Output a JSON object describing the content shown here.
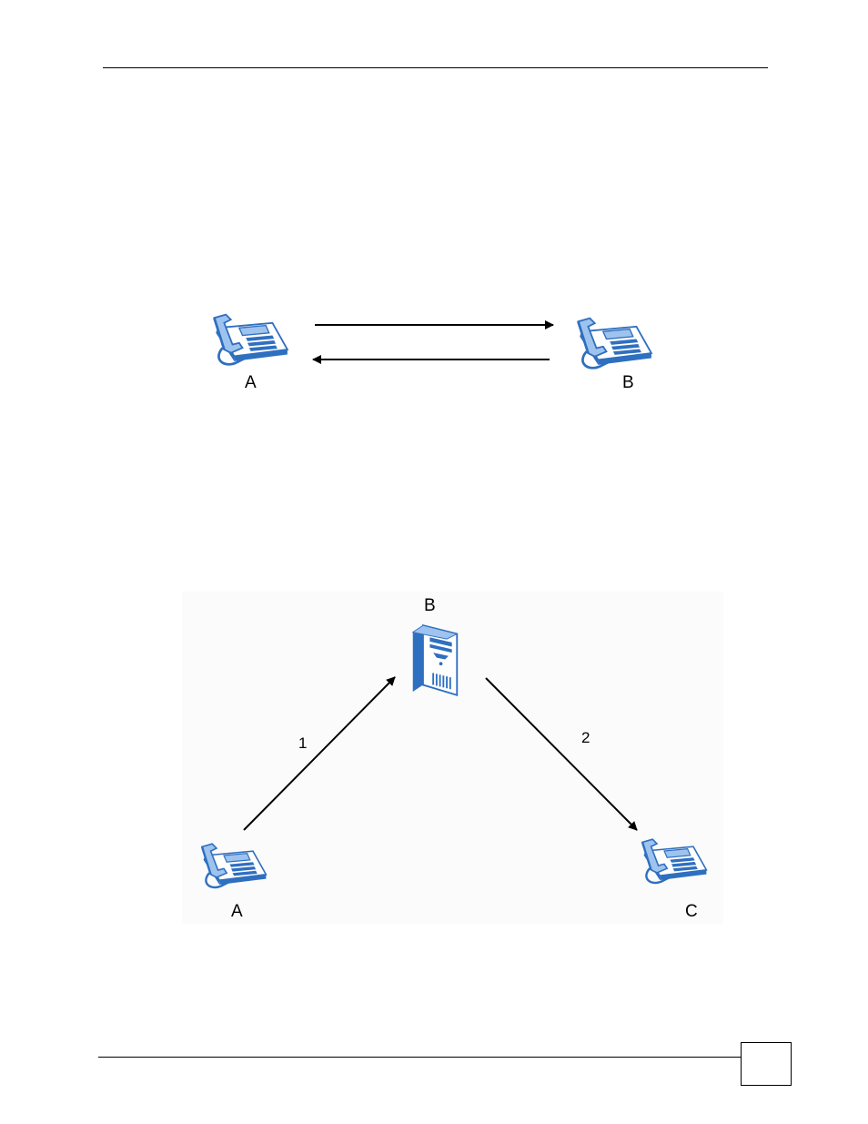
{
  "figure1": {
    "phone_a_label": "A",
    "phone_b_label": "B"
  },
  "figure2": {
    "server_label": "B",
    "phone_a_label": "A",
    "phone_c_label": "C",
    "step1_label": "1",
    "step2_label": "2"
  },
  "icons": {
    "phone": "desk-phone-icon",
    "server": "server-tower-icon"
  },
  "colors": {
    "icon_blue": "#2f6fc0",
    "icon_light": "#9ec3ee",
    "arrow": "#000000"
  }
}
